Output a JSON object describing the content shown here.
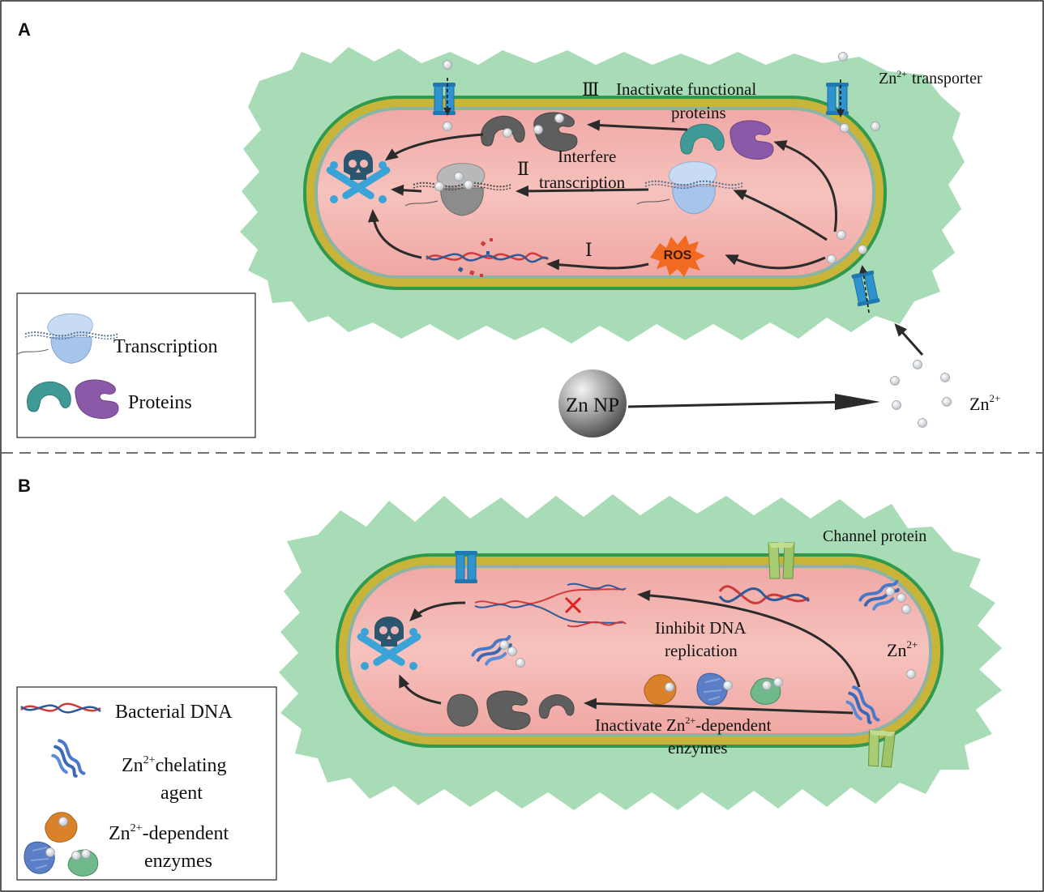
{
  "panels": {
    "a": {
      "letter": "A",
      "labels": {
        "transporter_name": "Zn",
        "transporter_sup": "2+",
        "transporter_word": "transporter",
        "route3_numeral": "Ⅲ",
        "route3_line1": "Inactivate  functional",
        "route3_line2": "proteins",
        "route2_numeral": "Ⅱ",
        "route2_line1": "Interfere",
        "route2_line2": "transcription",
        "route1_numeral": "Ⅰ",
        "ros": "ROS",
        "nanoparticle": "Zn NP",
        "ion_name": "Zn",
        "ion_sup": "2+"
      },
      "legend": {
        "transcription": "Transcription",
        "proteins": "Proteins"
      }
    },
    "b": {
      "letter": "B",
      "labels": {
        "channel": "Channel protein",
        "replication_line1": "Iinhibit DNA",
        "replication_line2": "replication",
        "ion_name": "Zn",
        "ion_sup": "2+",
        "enzymes_line1": "Inactivate Zn",
        "enzymes_sup": "2+",
        "enzymes_line1_end": "-dependent",
        "enzymes_line2": "enzymes"
      },
      "legend": {
        "dna": "Bacterial DNA",
        "chelator_name": "Zn",
        "chelator_sup": "2+",
        "chelator_rest": "chelating",
        "chelator_line2": "agent",
        "enzymes_name": "Zn",
        "enzymes_sup": "2+",
        "enzymes_rest": "-dependent",
        "enzymes_line2": "enzymes"
      }
    }
  },
  "colors": {
    "cytoplasm": "#f2b1ad",
    "capsule": "#a8dcb6",
    "membrane_outer": "#2f9a4e",
    "membrane_inner": "#c9b43a",
    "transporter": "#2f93cf",
    "channel_protein": "#9ec46a",
    "skull": "#2b5670",
    "crossbones": "#3aa3d8",
    "ros": "#f26a22",
    "arrow": "#2b2b2b"
  },
  "icons": [
    "skull-crossbones-icon",
    "ribosome-icon",
    "protein-icon",
    "dna-helix-icon",
    "ion-icon",
    "transporter-icon",
    "chelator-icon",
    "enzyme-icon"
  ]
}
